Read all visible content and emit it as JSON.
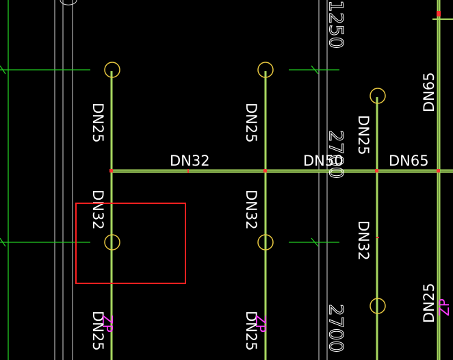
{
  "labels": {
    "dn25_a": "DN25",
    "dn25_b": "DN25",
    "dn25_c": "DN25",
    "dn25_d": "DN25",
    "dn25_e": "DN25",
    "dn25_f": "DN25",
    "dn32_h": "DN32",
    "dn32_a": "DN32",
    "dn32_b": "DN32",
    "dn32_c": "DN32",
    "dn50": "DN50",
    "dn65_h": "DN65",
    "dn65_v": "DN65"
  },
  "dimensions": {
    "d1250": "1250",
    "d2700_a": "2700",
    "d2700_b": "2700"
  },
  "tags": {
    "zp_a": "ZP",
    "zp_b": "ZP",
    "zp_c": "ZP"
  },
  "colors": {
    "background": "#000000",
    "pipe": "#a8d860",
    "axis": "#22cc22",
    "sprinkler": "#e8c840",
    "highlight": "#ff2020",
    "tag": "#ff3cff",
    "text": "#ffffff"
  }
}
